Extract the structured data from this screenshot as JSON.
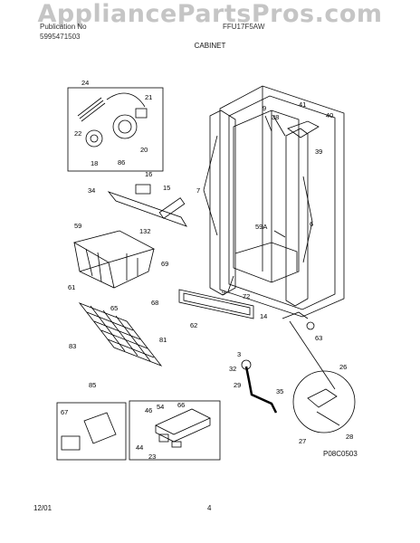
{
  "header": {
    "watermark": "AppliancePartsPros.com",
    "line1_left": "Publication No",
    "line1_right": "FFU17F5AW",
    "line2_left": "5995471503",
    "section": "CABINET"
  },
  "footer": {
    "date": "12/01",
    "page": "4",
    "drawing_code": "P08C0503"
  },
  "labels": {
    "l24": "24",
    "l21": "21",
    "l22": "22",
    "l20": "20",
    "l18": "18",
    "l86": "86",
    "l16": "16",
    "l34": "34",
    "l15": "15",
    "l132": "132",
    "l59": "59",
    "l69": "69",
    "l61": "61",
    "l65": "65",
    "l68": "68",
    "l83": "83",
    "l81": "81",
    "l9a": "9",
    "l9b": "9",
    "l38": "38",
    "l41": "41",
    "l40": "40",
    "l39": "39",
    "l7": "7",
    "l6": "6",
    "l59a": "59A",
    "l72": "72",
    "l62": "62",
    "l14": "14",
    "l63": "63",
    "l3": "3",
    "l32": "32",
    "l29": "29",
    "l35": "35",
    "l26": "26",
    "l27": "27",
    "l28": "28",
    "l85": "85",
    "l67": "67",
    "l46": "46",
    "l54": "54",
    "l66": "66",
    "l44": "44",
    "l23": "23"
  }
}
